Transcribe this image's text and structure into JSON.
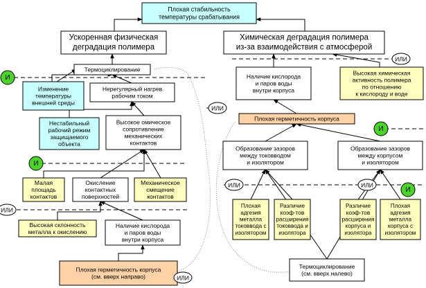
{
  "colors": {
    "cyan": "#c8ffff",
    "white": "#ffffff",
    "yellow": "#ffffc0",
    "orange": "#ffd2a8",
    "and_gate": "#4cd42a",
    "or_gate": "#ffffff",
    "arrow": "#000000",
    "dotted": "#888888"
  },
  "nodes": {
    "top": {
      "lines": [
        "Плохая стабильность",
        "температуры срабатывания"
      ]
    },
    "phys": {
      "lines": [
        "Ускоренная физическая",
        "деградация полимера"
      ]
    },
    "chem": {
      "lines": [
        "Химическая деградация полимера",
        "из-за взаимодействия с атмосферой"
      ]
    },
    "thermo1": {
      "lines": [
        "Термоциклирование"
      ]
    },
    "tempchange": {
      "lines": [
        "Изменение",
        "температуры",
        "внешней среды"
      ]
    },
    "irregheat": {
      "lines": [
        "Нерегулярный нагрев",
        "рабочим током"
      ]
    },
    "unstable": {
      "lines": [
        "Нестабильный",
        "рабочий режим",
        "защищаемого",
        "объекта"
      ]
    },
    "highohm": {
      "lines": [
        "Высокое омическое",
        "сопротивление",
        "механических",
        "контактов"
      ]
    },
    "smallarea": {
      "lines": [
        "Малая",
        "площадь",
        "контактов"
      ]
    },
    "oxid": {
      "lines": [
        "Окисление",
        "контактных",
        "поверхностей"
      ]
    },
    "mechshift": {
      "lines": [
        "Механическое",
        "смещение",
        "контактов"
      ]
    },
    "highoxid": {
      "lines": [
        "Высокая склонность",
        "металла к окислению"
      ]
    },
    "oxyvap1": {
      "lines": [
        "Наличие кислорода",
        "и паров воды",
        "внутри корпуса"
      ]
    },
    "poorseal1": {
      "lines": [
        "Плохая герметичность корпуса",
        "(см. вверх направо)"
      ]
    },
    "oxyvap2": {
      "lines": [
        "Наличие кислорода",
        "и паров воды",
        "внутри корпуса"
      ]
    },
    "highchem": {
      "lines": [
        "Высокая химическая",
        "активность полимера",
        "по отношению",
        "к кислороду и воде"
      ]
    },
    "poorseal2": {
      "lines": [
        "Плохая герметичность корпуса"
      ]
    },
    "gap1": {
      "lines": [
        "Образование зазоров",
        "между токовводом",
        "и изолятором"
      ]
    },
    "gap2": {
      "lines": [
        "Образование зазоров",
        "между корпусом",
        "и изолятором"
      ]
    },
    "adh1": {
      "lines": [
        "Плохая",
        "адгезия",
        "металла",
        "токоввода с",
        "изолятором"
      ]
    },
    "diff1": {
      "lines": [
        "Различие",
        "коэф-тов",
        "расширения",
        "токоввода и",
        "изолятора"
      ]
    },
    "diff2": {
      "lines": [
        "Различие",
        "коэф-тов",
        "расширения",
        "корпуса и",
        "изолятора"
      ]
    },
    "adh2": {
      "lines": [
        "Плохая",
        "адгезия",
        "металла",
        "корпуса с",
        "изолятором"
      ]
    },
    "thermo2": {
      "lines": [
        "Термоциклирование",
        "(см. вверх налево)"
      ]
    }
  },
  "gates": {
    "and1": {
      "label": "И"
    },
    "and2": {
      "label": "И"
    },
    "and3": {
      "label": "И"
    },
    "and4": {
      "label": "И"
    },
    "or1": {
      "label": "ИЛИ"
    },
    "or2": {
      "label": "ИЛИ"
    },
    "or3": {
      "label": "ИЛИ"
    },
    "or4": {
      "label": "ИЛИ"
    },
    "or5": {
      "label": "ИЛИ"
    },
    "or6": {
      "label": "ИЛИ"
    }
  }
}
